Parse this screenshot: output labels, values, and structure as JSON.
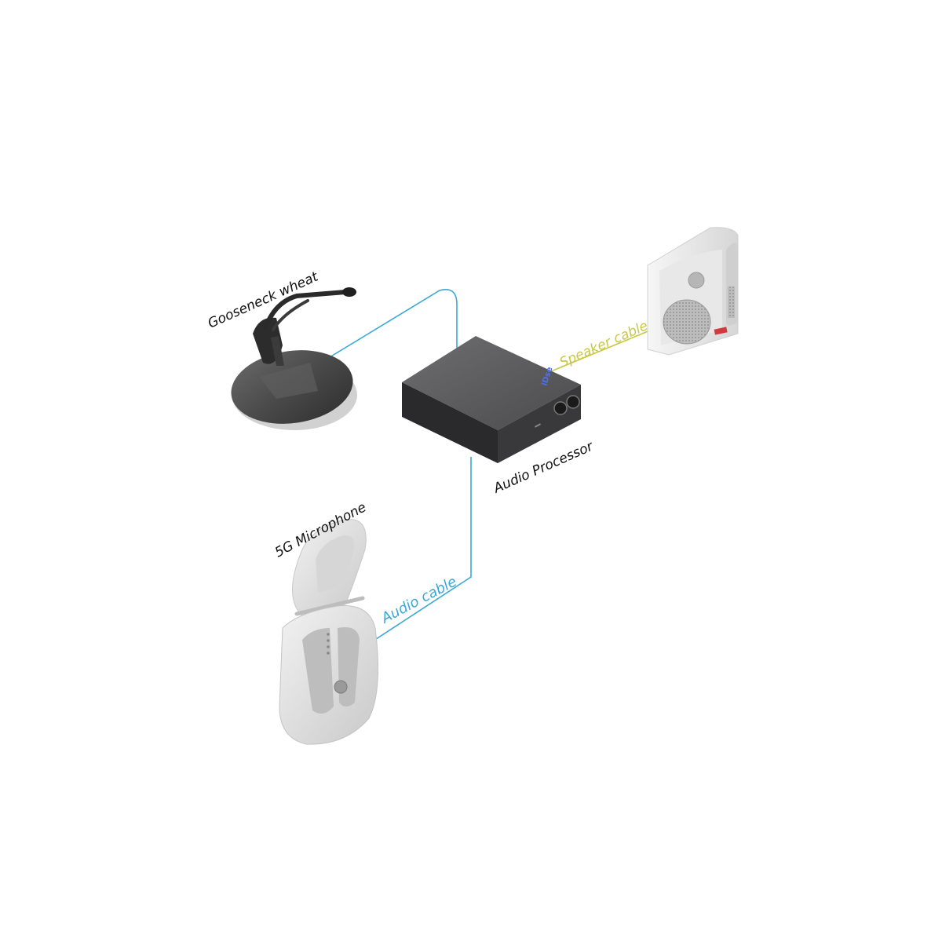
{
  "labels": {
    "gooseneck": "Gooseneck wheat",
    "processor": "Audio Processor",
    "microphone": "5G Microphone",
    "speaker_cable": "Speaker cable",
    "audio_cable": "Audio cable"
  },
  "device_marks": {
    "processor_brand": "iDse"
  },
  "colors": {
    "audio_cable": "#3aa8d6",
    "speaker_cable": "#c9c844",
    "label_text": "#111111"
  }
}
